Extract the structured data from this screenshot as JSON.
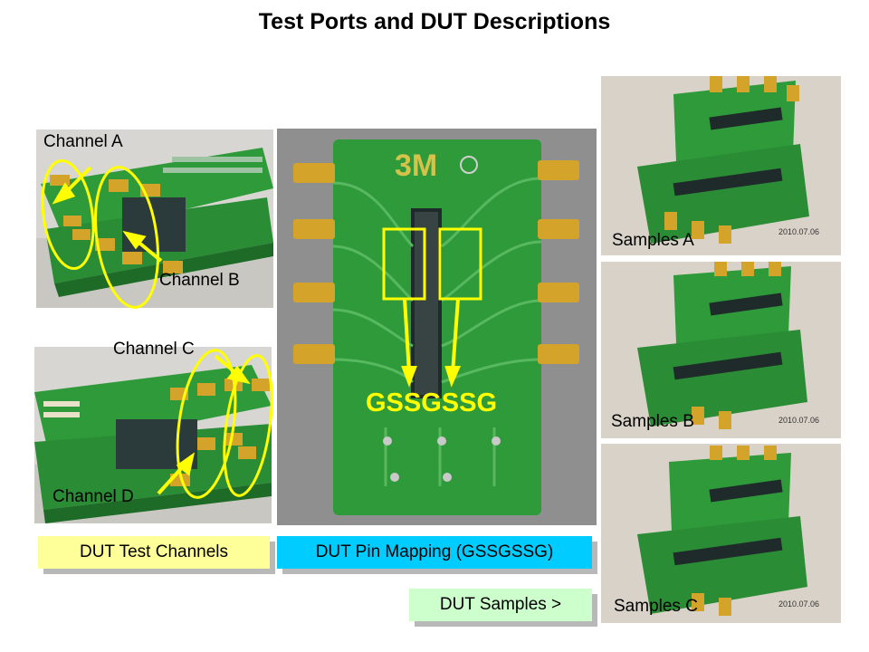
{
  "title": "Test Ports and DUT Descriptions",
  "labels": {
    "channel_a": "Channel A",
    "channel_b": "Channel B",
    "channel_c": "Channel C",
    "channel_d": "Channel D",
    "pin_mapping": "GSSGSSG",
    "samples_a": "Samples A",
    "samples_b": "Samples B",
    "samples_c": "Samples C"
  },
  "board": {
    "logo": "3M"
  },
  "sample_dates": [
    "2010.07.06",
    "2010.07.06",
    "2010.07.06"
  ],
  "captions": {
    "test_channels": "DUT Test Channels",
    "pin_mapping": "DUT Pin Mapping (GSSGSSG)",
    "samples": "DUT Samples >"
  },
  "colors": {
    "pcb_green": "#2f9a3a",
    "annotation_yellow": "#ffff00",
    "caption_yellow": "#ffff99",
    "caption_cyan": "#00ccff",
    "caption_green": "#ccffcc"
  }
}
